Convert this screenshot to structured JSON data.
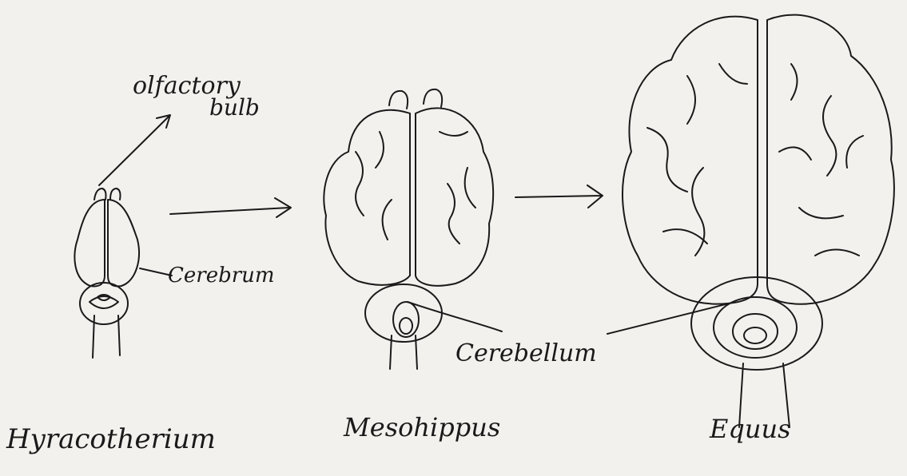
{
  "labels": {
    "olfactory_line1": "olfactory",
    "olfactory_line2": "bulb",
    "cerebrum": "Cerebrum",
    "cerebellum": "Cerebellum"
  },
  "taxa": [
    "Hyracotherium",
    "Mesohippus",
    "Equus"
  ],
  "colors": {
    "ink": "#1a1a1a",
    "paper": "#f3f1ee"
  }
}
